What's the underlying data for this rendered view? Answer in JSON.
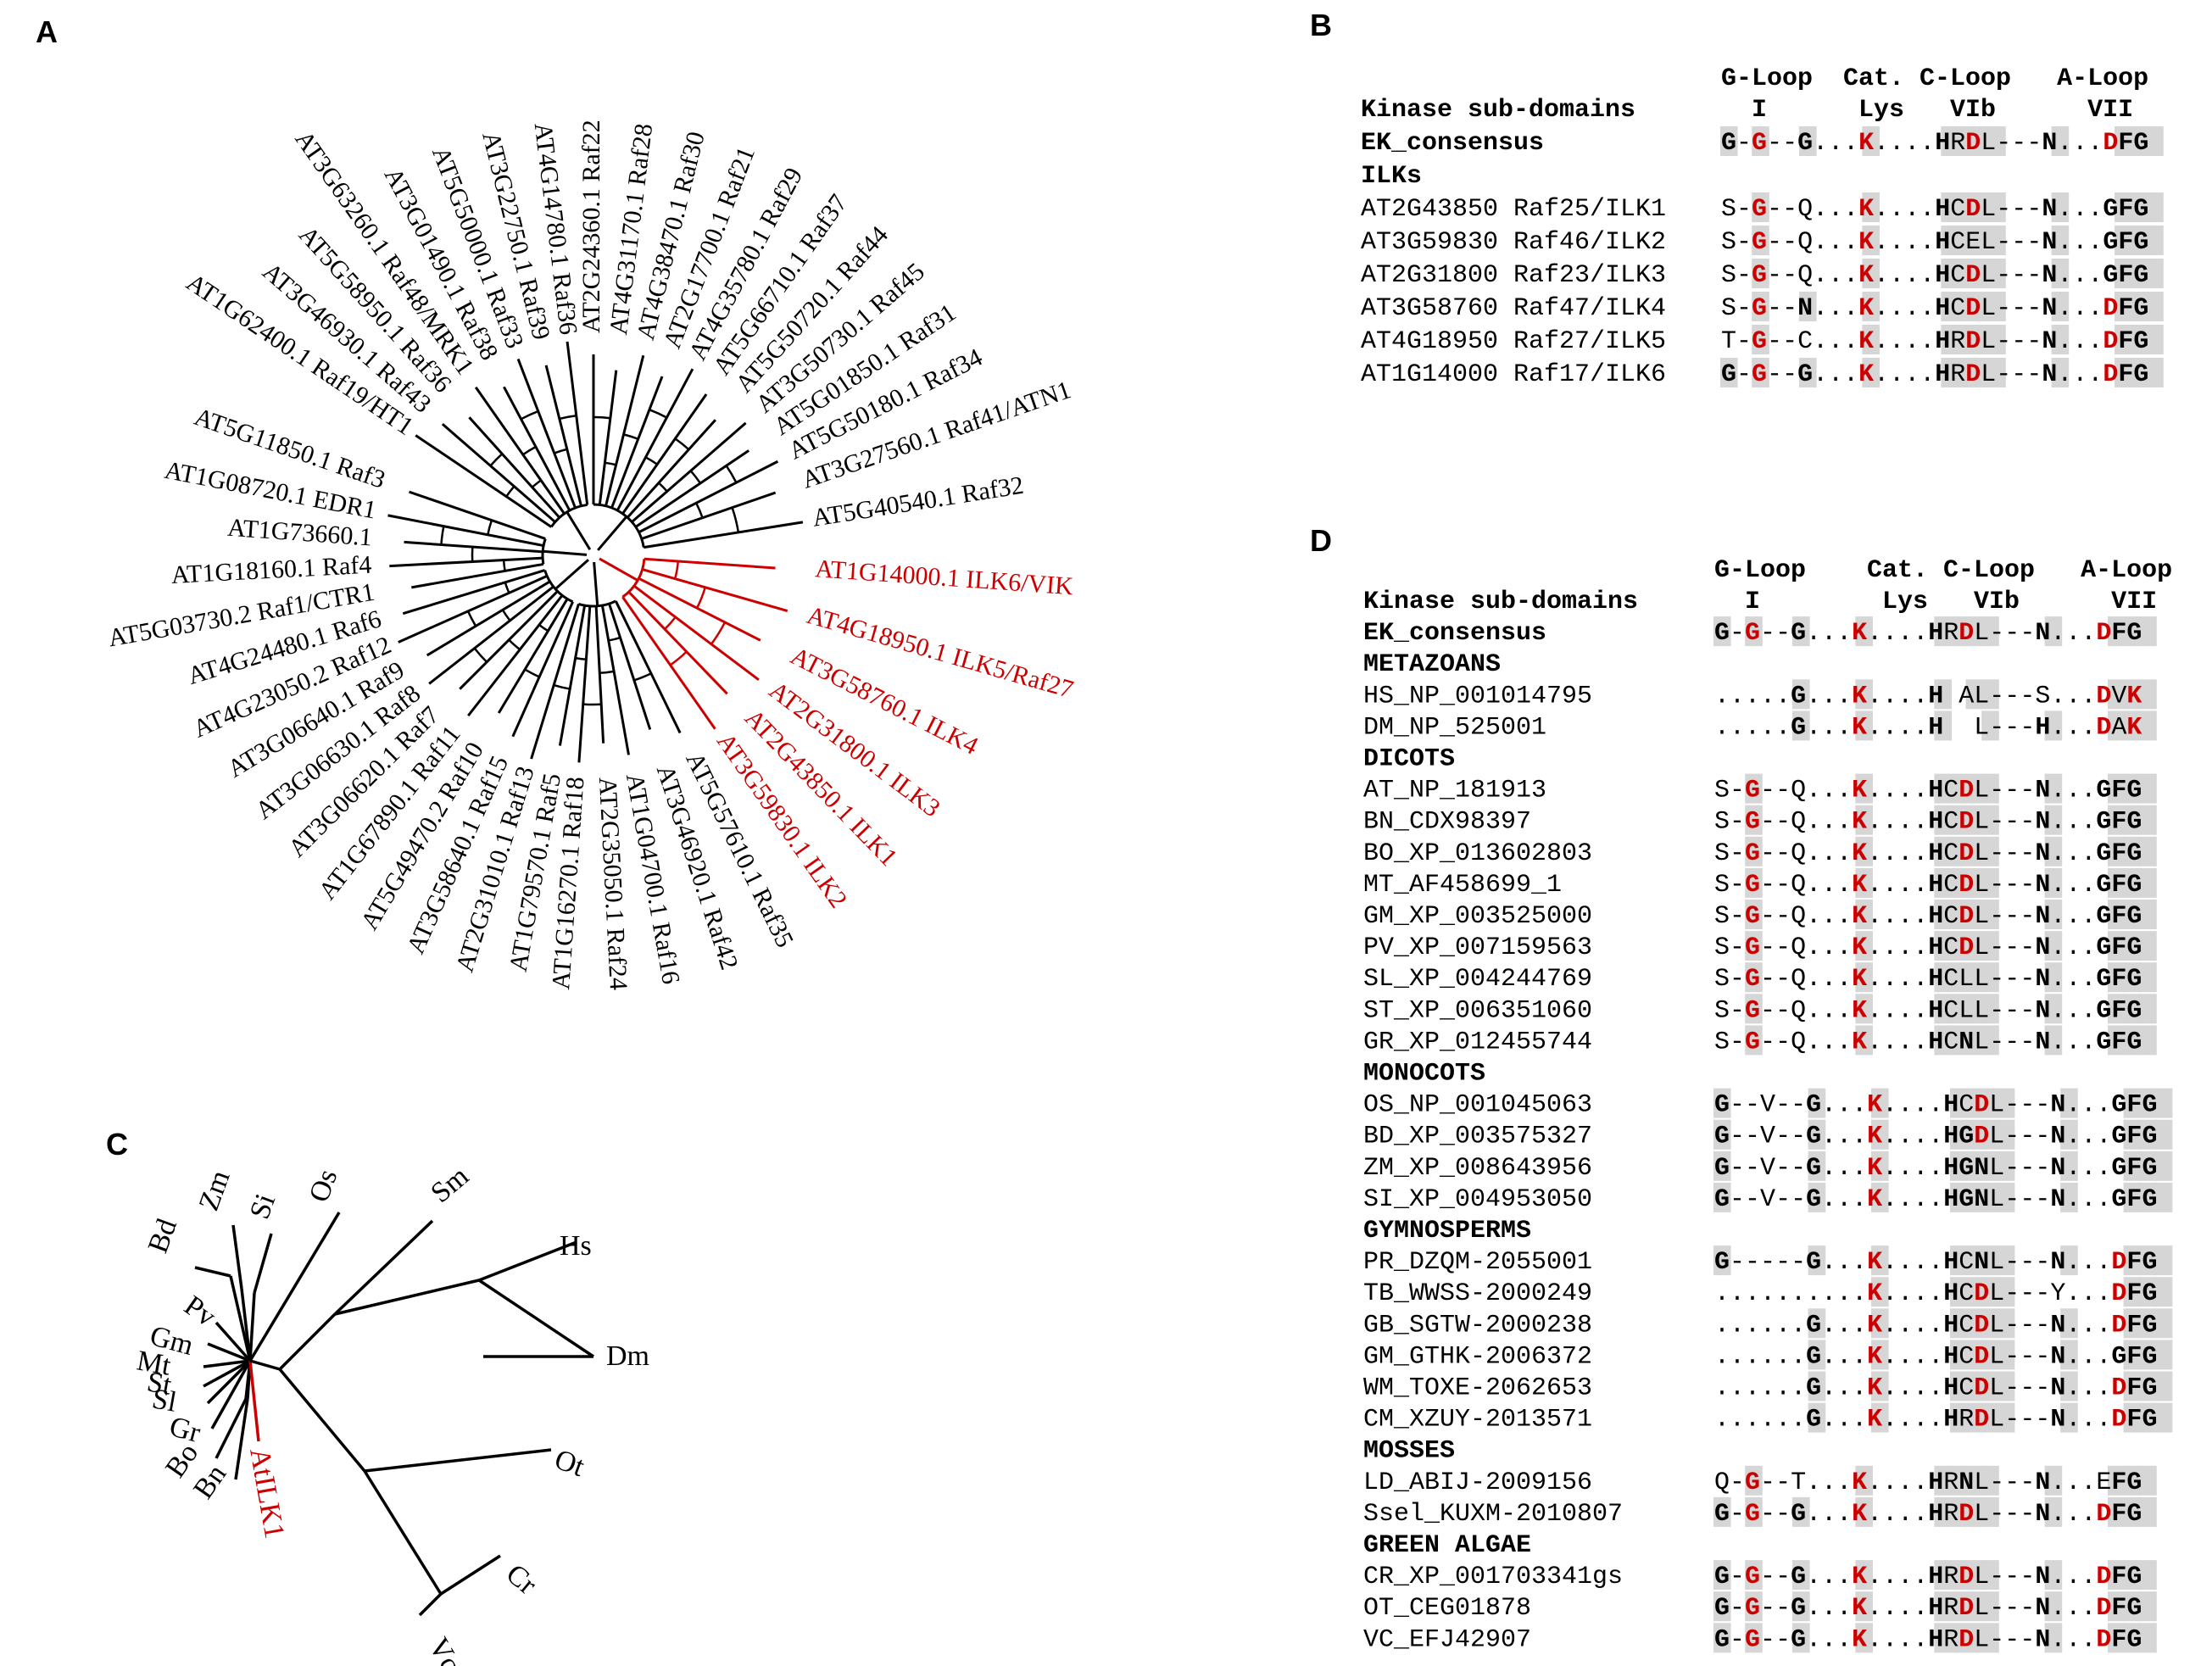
{
  "colors": {
    "ink": "#000000",
    "highlight": "#cc0000",
    "shade": "#d6d6d6"
  },
  "panel_a": {
    "letter": "A",
    "leaves": [
      {
        "text": "AT1G14000.1 ILK6/VIK",
        "angle": 4,
        "red": true
      },
      {
        "text": "AT4G18950.1 ILK5/Raf27",
        "angle": 16,
        "red": true
      },
      {
        "text": "AT3G58760.1 ILK4",
        "angle": 27,
        "red": true
      },
      {
        "text": "AT2G31800.1 ILK3",
        "angle": 37,
        "red": true
      },
      {
        "text": "AT2G43850.1 ILK1",
        "angle": 46,
        "red": true
      },
      {
        "text": "AT3G59830.1 ILK2",
        "angle": 55,
        "red": true
      },
      {
        "text": "AT5G57610.1 Raf35",
        "angle": 64,
        "red": false
      },
      {
        "text": "AT3G46920.1 Raf42",
        "angle": 72,
        "red": false
      },
      {
        "text": "AT1G04700.1 Raf16",
        "angle": 80,
        "red": false
      },
      {
        "text": "AT2G35050.1 Raf24",
        "angle": 87,
        "red": false
      },
      {
        "text": "AT1G16270.1 Raf18",
        "angle": 94,
        "red": false
      },
      {
        "text": "AT1G79570.1 Raf5",
        "angle": 100,
        "red": false
      },
      {
        "text": "AT2G31010.1 Raf13",
        "angle": 107,
        "red": false
      },
      {
        "text": "AT3G58640.1 Raf15",
        "angle": 114,
        "red": false
      },
      {
        "text": "AT5G49470.2 Raf10",
        "angle": 121,
        "red": false
      },
      {
        "text": "AT1G67890.1 Raf11",
        "angle": 128,
        "red": false
      },
      {
        "text": "AT3G06620.1 Raf7",
        "angle": 135,
        "red": false
      },
      {
        "text": "AT3G06630.1 Raf8",
        "angle": 142,
        "red": false
      },
      {
        "text": "AT3G06640.1 Raf9",
        "angle": 149,
        "red": false
      },
      {
        "text": "AT4G23050.2 Raf12",
        "angle": 156,
        "red": false
      },
      {
        "text": "AT4G24480.1 Raf6",
        "angle": 163,
        "red": false
      },
      {
        "text": "AT5G03730.2 Raf1/CTR1",
        "angle": 170,
        "red": false
      },
      {
        "text": "AT1G18160.1 Raf4",
        "angle": 177,
        "red": false
      },
      {
        "text": "AT1G73660.1",
        "angle": 184,
        "red": false
      },
      {
        "text": "AT1G08720.1 EDR1",
        "angle": 191,
        "red": false
      },
      {
        "text": "AT5G11850.1 Raf3",
        "angle": 199,
        "red": false
      },
      {
        "text": "AT1G62400.1 Raf19/HT1",
        "angle": 214,
        "red": false
      },
      {
        "text": "AT3G46930.1 Raf43",
        "angle": 221,
        "red": false
      },
      {
        "text": "AT5G58950.1 Raf36",
        "angle": 228,
        "red": false
      },
      {
        "text": "AT3G63260.1 Raf48/MRK1",
        "angle": 235,
        "red": false
      },
      {
        "text": "AT3G01490.1 Raf38",
        "angle": 242,
        "red": false
      },
      {
        "text": "AT5G50000.1 Raf33",
        "angle": 249,
        "red": false
      },
      {
        "text": "AT3G22750.1 Raf39",
        "angle": 256,
        "red": false
      },
      {
        "text": "AT4G14780.1 Raf36",
        "angle": 263,
        "red": false
      },
      {
        "text": "AT2G24360.1 Raf22",
        "angle": 270,
        "red": false
      },
      {
        "text": "AT4G31170.1 Raf28",
        "angle": 277,
        "red": false
      },
      {
        "text": "AT4G38470.1 Raf30",
        "angle": 284,
        "red": false
      },
      {
        "text": "AT2G17700.1 Raf21",
        "angle": 291,
        "red": false
      },
      {
        "text": "AT4G35780.1 Raf29",
        "angle": 298,
        "red": false
      },
      {
        "text": "AT5G66710.1 Raf37",
        "angle": 305,
        "red": false
      },
      {
        "text": "AT5G50720.1 Raf44",
        "angle": 312,
        "red": false
      },
      {
        "text": "AT3G50730.1 Raf45",
        "angle": 319,
        "red": false
      },
      {
        "text": "AT5G01850.1 Raf31",
        "angle": 326,
        "red": false
      },
      {
        "text": "AT5G50180.1 Raf34",
        "angle": 333,
        "red": false
      },
      {
        "text": "AT3G27560.1 Raf41/ATN1",
        "angle": 341,
        "red": false
      },
      {
        "text": "AT5G40540.1 Raf32",
        "angle": 351,
        "red": false
      }
    ]
  },
  "panel_b": {
    "letter": "B",
    "header_top": "G-Loop  Cat. C-Loop   A-Loop",
    "header_mid": "  I      Lys   VIb      VII",
    "title": "Kinase sub-domains",
    "rows": [
      {
        "name": "EK_consensus",
        "seq": "G-G--G...K....HRDL---N...DFG",
        "bold": true
      },
      {
        "name": "ILKs",
        "seq": "",
        "bold": true
      },
      {
        "name": "AT2G43850 Raf25/ILK1",
        "seq": "S-G--Q...K....HCDL---N...GFG",
        "bold": false
      },
      {
        "name": "AT3G59830 Raf46/ILK2",
        "seq": "S-G--Q...K....HCEL---N...GFG",
        "bold": false
      },
      {
        "name": "AT2G31800 Raf23/ILK3",
        "seq": "S-G--Q...K....HCDL---N...GFG",
        "bold": false
      },
      {
        "name": "AT3G58760 Raf47/ILK4",
        "seq": "S-G--N...K....HCDL---N...DFG",
        "bold": false
      },
      {
        "name": "AT4G18950 Raf27/ILK5",
        "seq": "T-G--C...K....HRDL---N...DFG",
        "bold": false
      },
      {
        "name": "AT1G14000 Raf17/ILK6",
        "seq": "G-G--G...K....HRDL---N...DFG",
        "bold": false
      }
    ]
  },
  "panel_c": {
    "letter": "C",
    "leaves": [
      {
        "text": "Bd",
        "red": false
      },
      {
        "text": "Zm",
        "red": false
      },
      {
        "text": "Si",
        "red": false
      },
      {
        "text": "Os",
        "red": false
      },
      {
        "text": "Pv",
        "red": false
      },
      {
        "text": "Gm",
        "red": false
      },
      {
        "text": "Mt",
        "red": false
      },
      {
        "text": "St",
        "red": false
      },
      {
        "text": "Sl",
        "red": false
      },
      {
        "text": "Gr",
        "red": false
      },
      {
        "text": "Bo",
        "red": false
      },
      {
        "text": "Bn",
        "red": false
      },
      {
        "text": "AtILK1",
        "red": true
      },
      {
        "text": "Sm",
        "red": false
      },
      {
        "text": "Hs",
        "red": false
      },
      {
        "text": "Dm",
        "red": false
      },
      {
        "text": "Ot",
        "red": false
      },
      {
        "text": "Cr",
        "red": false
      },
      {
        "text": "Vc",
        "red": false
      }
    ]
  },
  "panel_d": {
    "letter": "D",
    "header_top": "G-Loop    Cat. C-Loop   A-Loop",
    "header_mid": "  I        Lys   VIb      VII",
    "title": "Kinase sub-domains",
    "rows": [
      {
        "name": "EK_consensus",
        "seq": "G-G--G...K....HRDL---N...DFG",
        "bold": true
      },
      {
        "name": "METAZOANS",
        "seq": "",
        "bold": true
      },
      {
        "name": "HS_NP_001014795",
        "seq": ".....G...K....H AL---S...DVK",
        "bold": false
      },
      {
        "name": "DM_NP_525001",
        "seq": ".....G...K....H  L---H...DAK",
        "bold": false
      },
      {
        "name": "DICOTS",
        "seq": "",
        "bold": true
      },
      {
        "name": "AT_NP_181913",
        "seq": "S-G--Q...K....HCDL---N...GFG",
        "bold": false
      },
      {
        "name": "BN_CDX98397",
        "seq": "S-G--Q...K....HCDL---N...GFG",
        "bold": false
      },
      {
        "name": "BO_XP_013602803",
        "seq": "S-G--Q...K....HCDL---N...GFG",
        "bold": false
      },
      {
        "name": "MT_AF458699_1",
        "seq": "S-G--Q...K....HCDL---N...GFG",
        "bold": false
      },
      {
        "name": "GM_XP_003525000",
        "seq": "S-G--Q...K....HCDL---N...GFG",
        "bold": false
      },
      {
        "name": "PV_XP_007159563",
        "seq": "S-G--Q...K....HCDL---N...GFG",
        "bold": false
      },
      {
        "name": "SL_XP_004244769",
        "seq": "S-G--Q...K....HCLL---N...GFG",
        "bold": false
      },
      {
        "name": "ST_XP_006351060",
        "seq": "S-G--Q...K....HCLL---N...GFG",
        "bold": false
      },
      {
        "name": "GR_XP_012455744",
        "seq": "S-G--Q...K....HCNL---N...GFG",
        "bold": false
      },
      {
        "name": "MONOCOTS",
        "seq": "",
        "bold": true
      },
      {
        "name": "OS_NP_001045063",
        "seq": "G--V--G...K....HCDL---N...GFG",
        "bold": false
      },
      {
        "name": "BD_XP_003575327",
        "seq": "G--V--G...K....HGDL---N...GFG",
        "bold": false
      },
      {
        "name": "ZM_XP_008643956",
        "seq": "G--V--G...K....HGNL---N...GFG",
        "bold": false
      },
      {
        "name": "SI_XP_004953050",
        "seq": "G--V--G...K....HGNL---N...GFG",
        "bold": false
      },
      {
        "name": "GYMNOSPERMS",
        "seq": "",
        "bold": true
      },
      {
        "name": "PR_DZQM-2055001",
        "seq": "G-----G...K....HCNL---N...DFG",
        "bold": false
      },
      {
        "name": "TB_WWSS-2000249",
        "seq": "..........K....HCDL---Y...DFG",
        "bold": false
      },
      {
        "name": "GB_SGTW-2000238",
        "seq": "......G...K....HCDL---N...DFG",
        "bold": false
      },
      {
        "name": "GM_GTHK-2006372",
        "seq": "......G...K....HCDL---N...GFG",
        "bold": false
      },
      {
        "name": "WM_TOXE-2062653",
        "seq": "......G...K....HCDL---N...DFG",
        "bold": false
      },
      {
        "name": "CM_XZUY-2013571",
        "seq": "......G...K....HRDL---N...DFG",
        "bold": false
      },
      {
        "name": "MOSSES",
        "seq": "",
        "bold": true
      },
      {
        "name": "LD_ABIJ-2009156",
        "seq": "Q-G--T...K....HRNL---N...EFG",
        "bold": false
      },
      {
        "name": "Ssel_KUXM-2010807",
        "seq": "G-G--G...K....HRDL---N...DFG",
        "bold": false
      },
      {
        "name": "GREEN ALGAE",
        "seq": "",
        "bold": true
      },
      {
        "name": "CR_XP_001703341gs",
        "seq": "G-G--G...K....HRDL---N...DFG",
        "bold": false
      },
      {
        "name": "OT_CEG01878",
        "seq": "G-G--G...K....HRDL---N...DFG",
        "bold": false
      },
      {
        "name": "VC_EFJ42907",
        "seq": "G-G--G...K....HRDL---N...DFG",
        "bold": false
      }
    ]
  }
}
